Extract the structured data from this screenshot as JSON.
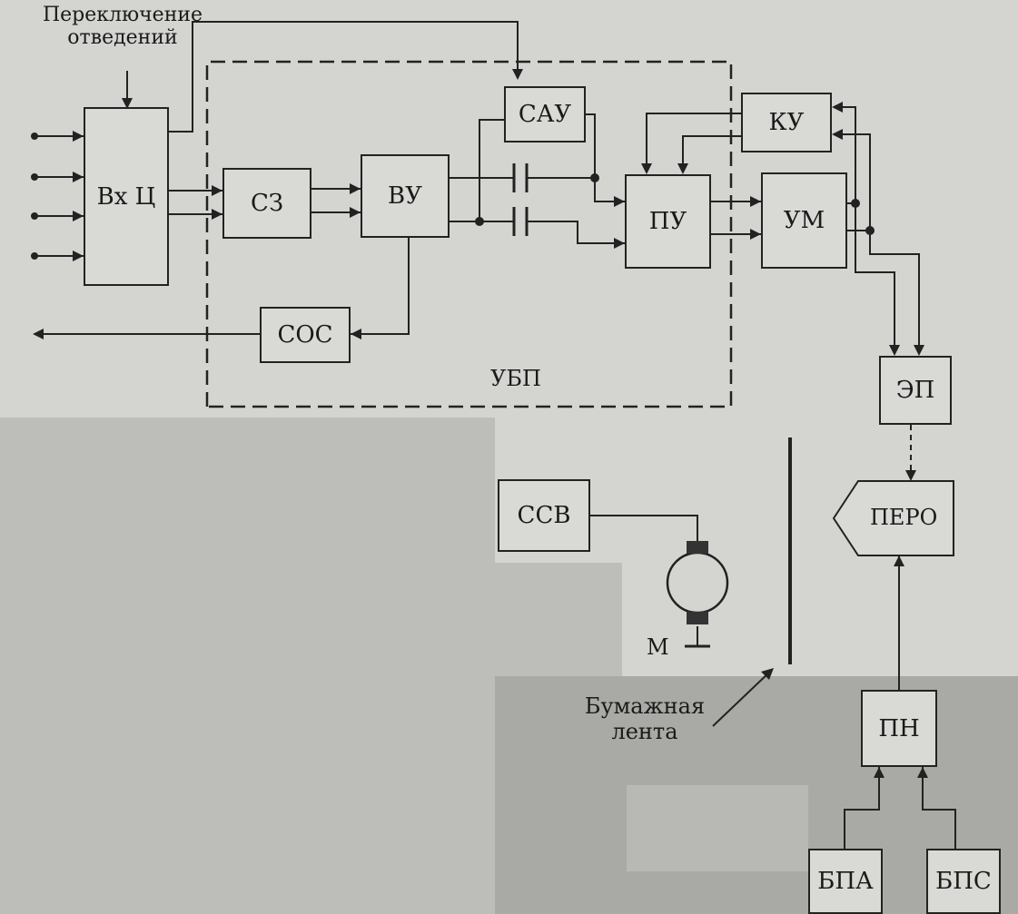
{
  "diagram": {
    "blocks": {
      "vhc": "Вх Ц",
      "sz": "СЗ",
      "vu": "ВУ",
      "sau": "САУ",
      "pu": "ПУ",
      "ku": "КУ",
      "um": "УМ",
      "sos": "СОС",
      "ep": "ЭП",
      "pero": "ПЕРО",
      "ssv": "ССВ",
      "pn": "ПН",
      "bpa": "БПА",
      "bps": "БПС"
    },
    "labels": {
      "lead_switch": "Переключение\nотведений",
      "ubp": "УБП",
      "motor": "М",
      "paper_tape": "Бумажная\nлента"
    },
    "colors": {
      "ink": "#222222",
      "paper": "#d9d9d6",
      "shade": "#b4b4b1"
    }
  }
}
